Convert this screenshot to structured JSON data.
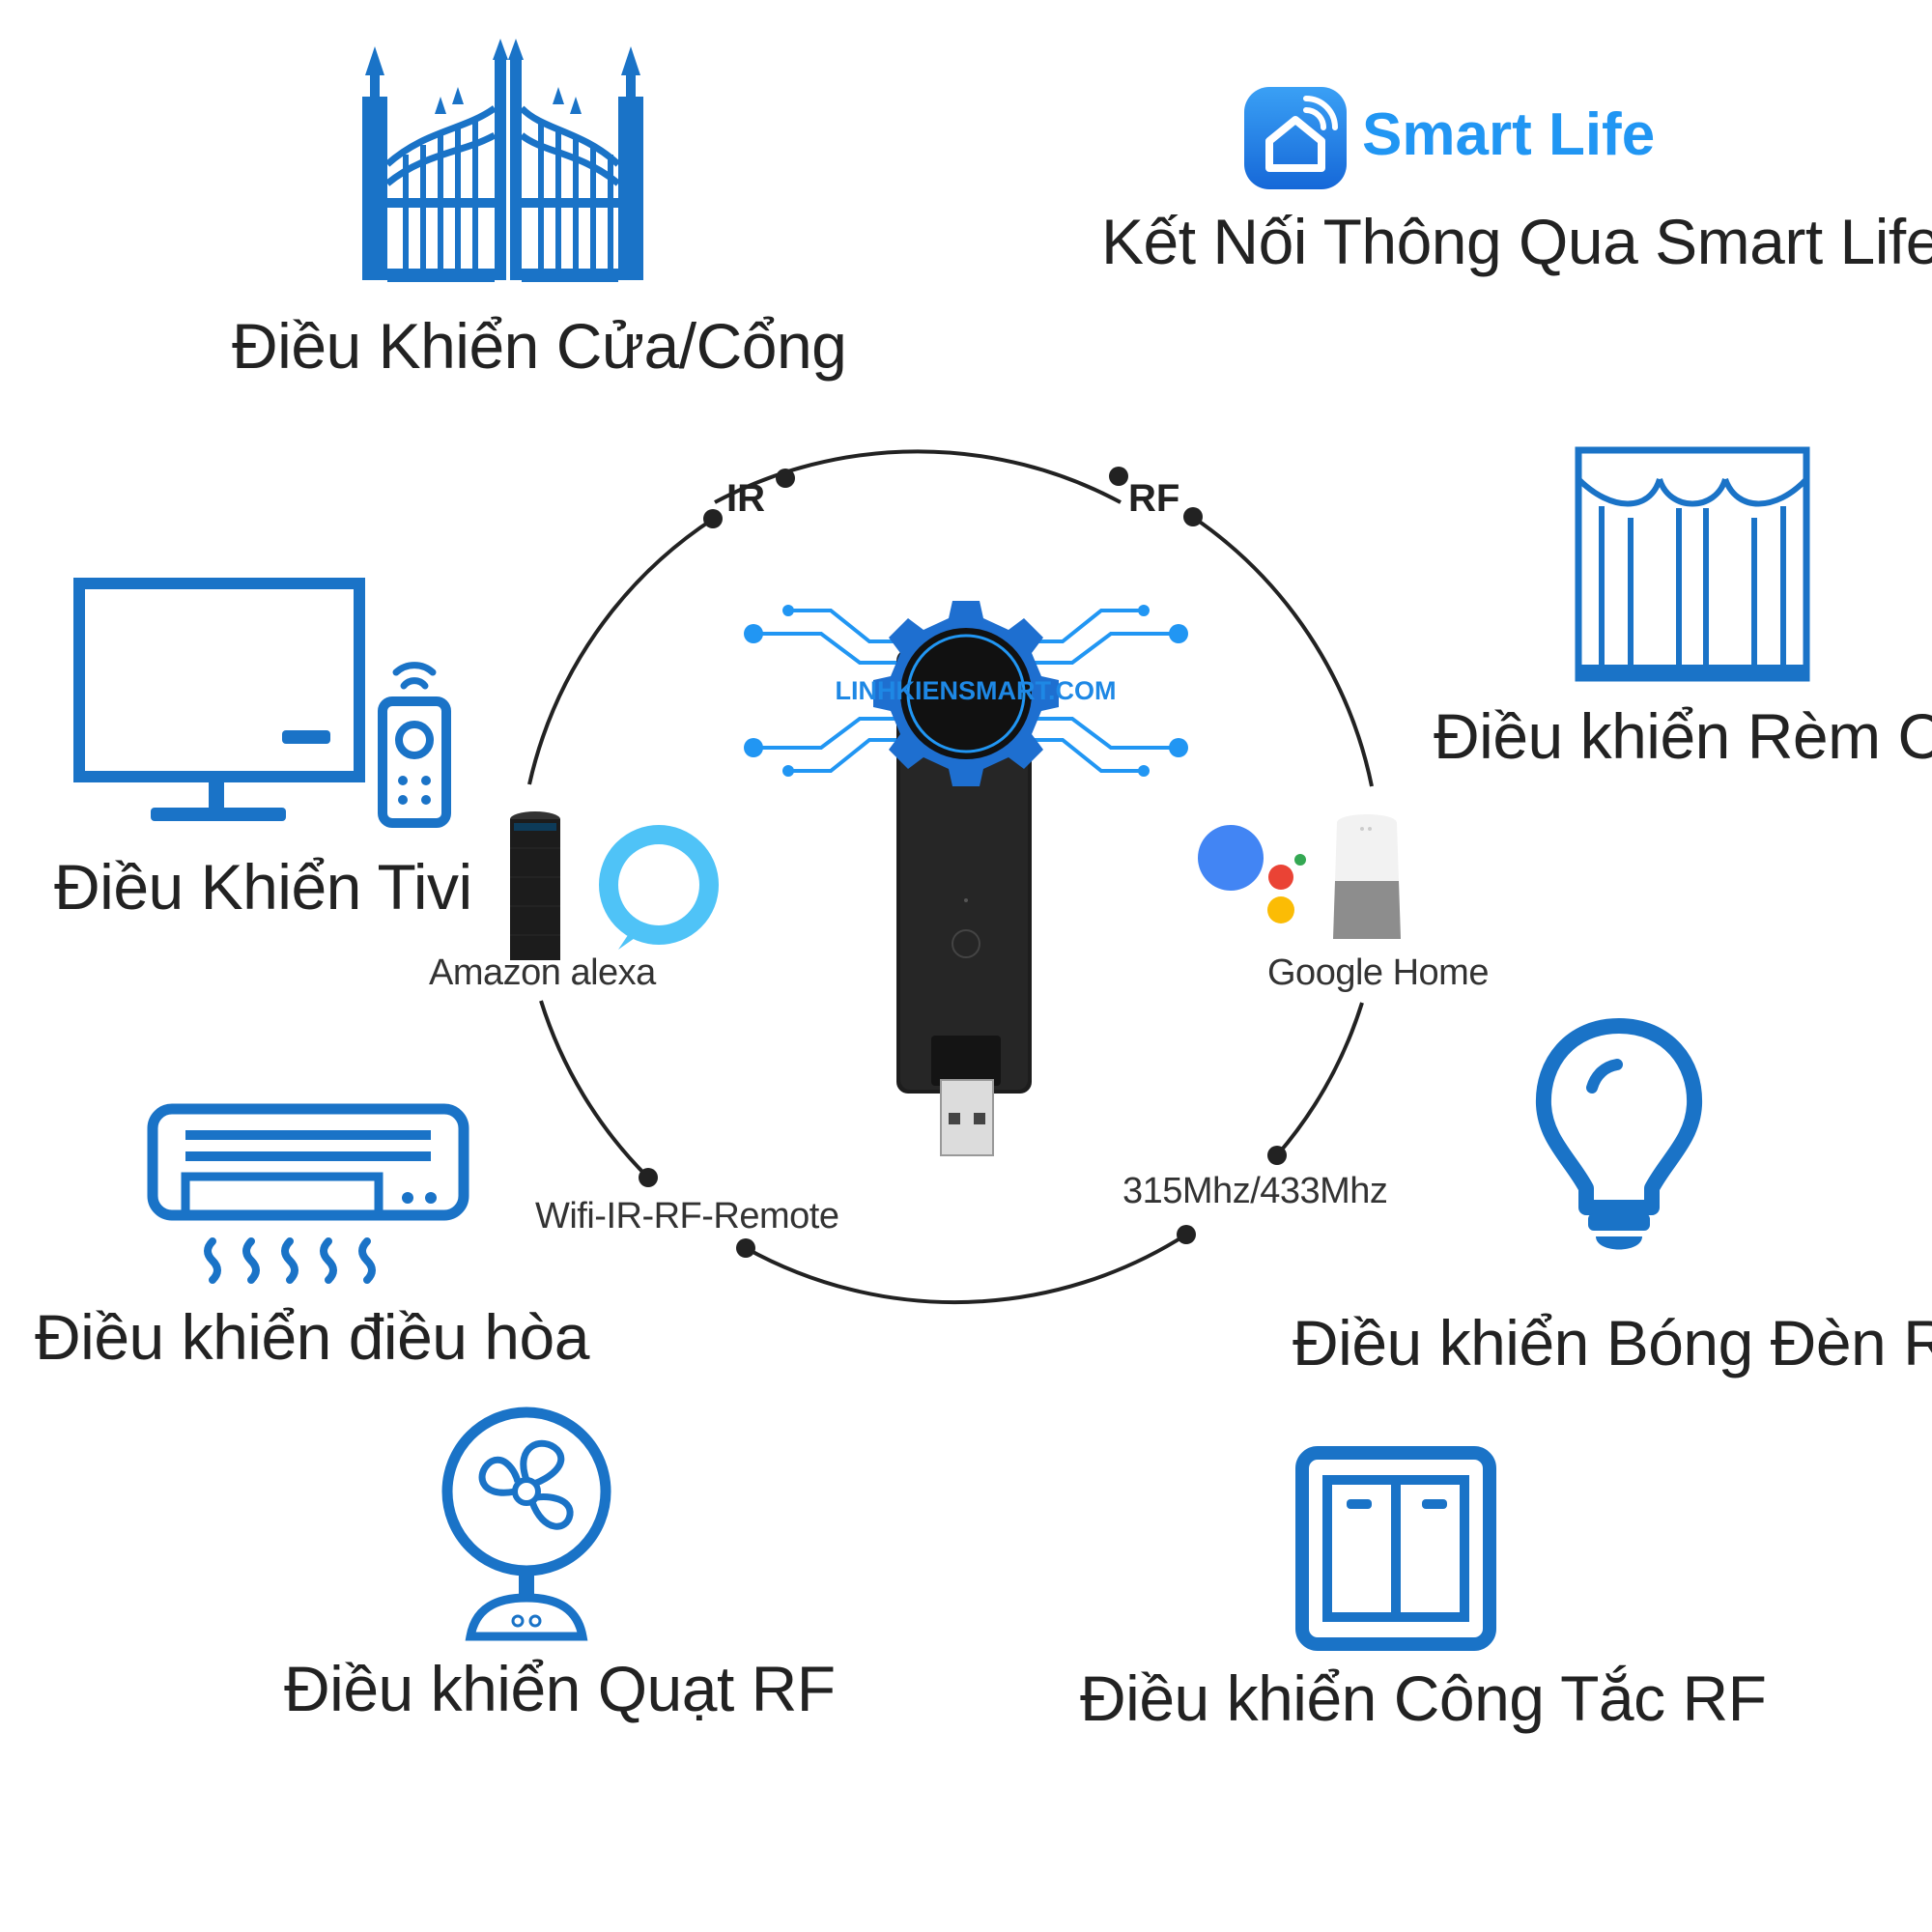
{
  "brand": {
    "app_name": "Smart Life",
    "tagline": "Kết Nối Thông Qua Smart Life",
    "logo_icon": "home-wifi-icon"
  },
  "ring": {
    "ir": "IR",
    "rf": "RF",
    "device_name": "Wifi-IR-RF-Remote",
    "frequency": "315Mhz/433Mhz"
  },
  "assistants": {
    "alexa": "Amazon alexa",
    "google": "Google Home"
  },
  "device": {
    "logo_text": "LINHKIENSMART.COM"
  },
  "features": {
    "gate": "Điều Khiển Cửa/Cổng",
    "tv": "Điều Khiển Tivi",
    "ac": "Điều khiển điều hòa",
    "fan": "Điều khiển Quạt RF",
    "curtain": "Điều khiển Rèm Cửa",
    "bulb": "Điều khiển Bóng Đèn RF",
    "switch": "Điều khiển Công Tắc RF"
  },
  "colors": {
    "accent": "#1a73c7",
    "brand_blue": "#2196f3",
    "ring": "#222222"
  }
}
